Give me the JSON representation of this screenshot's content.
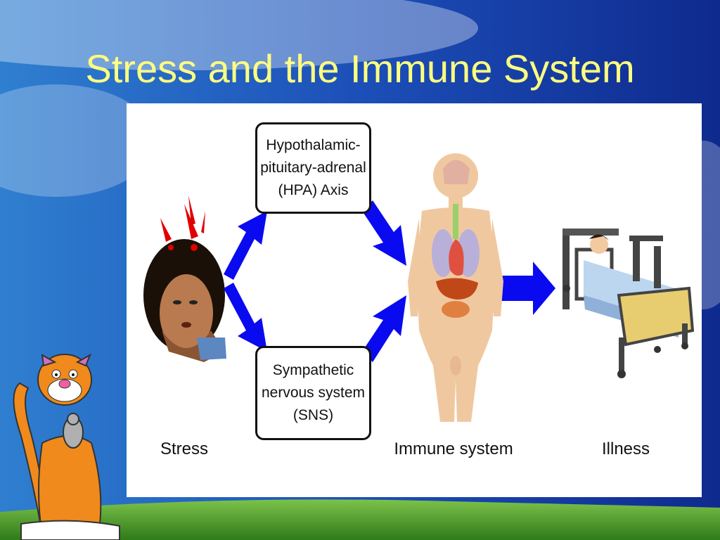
{
  "slide": {
    "title": "Stress and the Immune System"
  },
  "diagram": {
    "box_hpa": "Hypothalamic-\npituitary-adrenal\n(HPA) Axis",
    "box_sns": "Sympathetic\nnervous system\n(SNS)",
    "label_stress": "Stress",
    "label_immune": "Immune system",
    "label_illness": "Illness",
    "arrow_color": "#0a0af0"
  },
  "colors": {
    "title": "#ffff80",
    "sky_top": "#1a3fa8",
    "sky_light": "#6fb8e8",
    "grass": "#4e9a2a"
  },
  "images": {
    "stressed_person": "stressed-woman-icon",
    "human_body": "anatomy-body-icon",
    "hospital_bed": "hospital-bed-icon",
    "cartoon_cat": "cat-with-mouse-icon"
  }
}
